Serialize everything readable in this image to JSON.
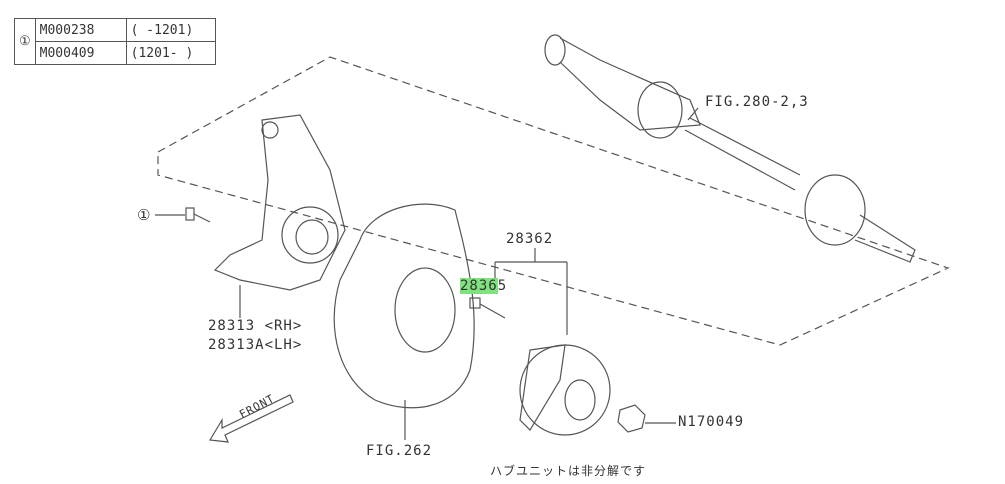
{
  "reference_table": {
    "marker": "①",
    "rows": [
      {
        "part": "M000238",
        "range": "( -1201)"
      },
      {
        "part": "M000409",
        "range": "(1201- )"
      }
    ]
  },
  "callouts": {
    "fig_280": "FIG.280-2,3",
    "hub_unit": "28362",
    "hub_bolt_highlight": "2836",
    "hub_bolt_rest": "5",
    "knuckle_rh": "28313 <RH>",
    "knuckle_lh": "28313A<LH>",
    "nut": "N170049",
    "fig_262": "FIG.262",
    "bolt_marker": "①",
    "front": "FRONT",
    "note": "ハブユニットは非分解です"
  },
  "colors": {
    "highlight": "#7ee27e",
    "line": "#555555"
  }
}
